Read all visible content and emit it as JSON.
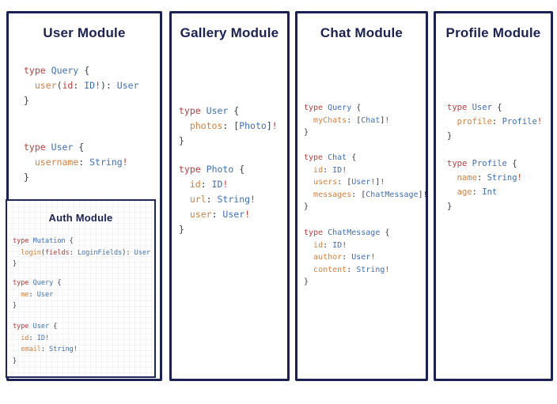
{
  "palette": {
    "card_border_navy": "#1b2153",
    "title_navy": "#1b2153",
    "keyword_red": "#b5403f",
    "type_blue": "#3e6fb8",
    "field_orange": "#d4813c",
    "punctuation_dark": "#353b46",
    "bang_red": "#c23a30",
    "background": "#ffffff"
  },
  "modules": [
    {
      "id": "user",
      "title": "User Module",
      "blocks": [
        [
          [
            [
              "k",
              "type"
            ],
            [
              "p",
              " "
            ],
            [
              "t",
              "Query"
            ],
            [
              "p",
              " {"
            ]
          ],
          [
            [
              "p",
              "  "
            ],
            [
              "f",
              "user"
            ],
            [
              "p",
              "("
            ],
            [
              "k",
              "id"
            ],
            [
              "p",
              ": "
            ],
            [
              "t",
              "ID"
            ],
            [
              "b",
              "!"
            ],
            [
              "p",
              "): "
            ],
            [
              "t",
              "User"
            ]
          ],
          [
            [
              "p",
              "}"
            ]
          ]
        ],
        [
          [
            [
              "k",
              "type"
            ],
            [
              "p",
              " "
            ],
            [
              "t",
              "User"
            ],
            [
              "p",
              " {"
            ]
          ],
          [
            [
              "p",
              "  "
            ],
            [
              "f",
              "username"
            ],
            [
              "p",
              ": "
            ],
            [
              "t",
              "String"
            ],
            [
              "b",
              "!"
            ]
          ],
          [
            [
              "p",
              "}"
            ]
          ]
        ]
      ]
    },
    {
      "id": "gallery",
      "title": "Gallery Module",
      "blocks": [
        [
          [
            [
              "k",
              "type"
            ],
            [
              "p",
              " "
            ],
            [
              "t",
              "User"
            ],
            [
              "p",
              " {"
            ]
          ],
          [
            [
              "p",
              "  "
            ],
            [
              "f",
              "photos"
            ],
            [
              "p",
              ": ["
            ],
            [
              "t",
              "Photo"
            ],
            [
              "p",
              "]"
            ],
            [
              "b",
              "!"
            ]
          ],
          [
            [
              "p",
              "}"
            ]
          ]
        ],
        [
          [
            [
              "k",
              "type"
            ],
            [
              "p",
              " "
            ],
            [
              "t",
              "Photo"
            ],
            [
              "p",
              " {"
            ]
          ],
          [
            [
              "p",
              "  "
            ],
            [
              "f",
              "id"
            ],
            [
              "p",
              ": "
            ],
            [
              "t",
              "ID"
            ],
            [
              "b",
              "!"
            ]
          ],
          [
            [
              "p",
              "  "
            ],
            [
              "f",
              "url"
            ],
            [
              "p",
              ": "
            ],
            [
              "t",
              "String"
            ],
            [
              "b",
              "!"
            ]
          ],
          [
            [
              "p",
              "  "
            ],
            [
              "f",
              "user"
            ],
            [
              "p",
              ": "
            ],
            [
              "t",
              "User"
            ],
            [
              "b",
              "!"
            ]
          ],
          [
            [
              "p",
              "}"
            ]
          ]
        ]
      ]
    },
    {
      "id": "chat",
      "title": "Chat Module",
      "blocks": [
        [
          [
            [
              "k",
              "type"
            ],
            [
              "p",
              " "
            ],
            [
              "t",
              "Query"
            ],
            [
              "p",
              " {"
            ]
          ],
          [
            [
              "p",
              "  "
            ],
            [
              "f",
              "myChats"
            ],
            [
              "p",
              ": ["
            ],
            [
              "t",
              "Chat"
            ],
            [
              "p",
              "]"
            ],
            [
              "b",
              "!"
            ]
          ],
          [
            [
              "p",
              "}"
            ]
          ]
        ],
        [
          [
            [
              "k",
              "type"
            ],
            [
              "p",
              " "
            ],
            [
              "t",
              "Chat"
            ],
            [
              "p",
              " {"
            ]
          ],
          [
            [
              "p",
              "  "
            ],
            [
              "f",
              "id"
            ],
            [
              "p",
              ": "
            ],
            [
              "t",
              "ID"
            ],
            [
              "b",
              "!"
            ]
          ],
          [
            [
              "p",
              "  "
            ],
            [
              "f",
              "users"
            ],
            [
              "p",
              ": ["
            ],
            [
              "t",
              "User"
            ],
            [
              "b",
              "!"
            ],
            [
              "p",
              "]"
            ],
            [
              "b",
              "!"
            ]
          ],
          [
            [
              "p",
              "  "
            ],
            [
              "f",
              "messages"
            ],
            [
              "p",
              ": ["
            ],
            [
              "t",
              "ChatMessage"
            ],
            [
              "p",
              "]"
            ],
            [
              "b",
              "!"
            ]
          ],
          [
            [
              "p",
              "}"
            ]
          ]
        ],
        [
          [
            [
              "k",
              "type"
            ],
            [
              "p",
              " "
            ],
            [
              "t",
              "ChatMessage"
            ],
            [
              "p",
              " {"
            ]
          ],
          [
            [
              "p",
              "  "
            ],
            [
              "f",
              "id"
            ],
            [
              "p",
              ": "
            ],
            [
              "t",
              "ID"
            ],
            [
              "b",
              "!"
            ]
          ],
          [
            [
              "p",
              "  "
            ],
            [
              "f",
              "author"
            ],
            [
              "p",
              ": "
            ],
            [
              "t",
              "User"
            ],
            [
              "b",
              "!"
            ]
          ],
          [
            [
              "p",
              "  "
            ],
            [
              "f",
              "content"
            ],
            [
              "p",
              ": "
            ],
            [
              "t",
              "String"
            ],
            [
              "b",
              "!"
            ]
          ],
          [
            [
              "p",
              "}"
            ]
          ]
        ]
      ]
    },
    {
      "id": "profile",
      "title": "Profile Module",
      "blocks": [
        [
          [
            [
              "k",
              "type"
            ],
            [
              "p",
              " "
            ],
            [
              "t",
              "User"
            ],
            [
              "p",
              " {"
            ]
          ],
          [
            [
              "p",
              "  "
            ],
            [
              "f",
              "profile"
            ],
            [
              "p",
              ": "
            ],
            [
              "t",
              "Profile"
            ],
            [
              "b",
              "!"
            ]
          ],
          [
            [
              "p",
              "}"
            ]
          ]
        ],
        [
          [
            [
              "k",
              "type"
            ],
            [
              "p",
              " "
            ],
            [
              "t",
              "Profile"
            ],
            [
              "p",
              " {"
            ]
          ],
          [
            [
              "p",
              "  "
            ],
            [
              "f",
              "name"
            ],
            [
              "p",
              ": "
            ],
            [
              "t",
              "String"
            ],
            [
              "b",
              "!"
            ]
          ],
          [
            [
              "p",
              "  "
            ],
            [
              "f",
              "age"
            ],
            [
              "p",
              ": "
            ],
            [
              "t",
              "Int"
            ]
          ],
          [
            [
              "p",
              "}"
            ]
          ]
        ]
      ]
    }
  ],
  "auth": {
    "title": "Auth Module",
    "blocks": [
      [
        [
          [
            "k",
            "type"
          ],
          [
            "p",
            " "
          ],
          [
            "t",
            "Mutation"
          ],
          [
            "p",
            " {"
          ]
        ],
        [
          [
            "p",
            "  "
          ],
          [
            "f",
            "login"
          ],
          [
            "p",
            "("
          ],
          [
            "k",
            "fields"
          ],
          [
            "p",
            ": "
          ],
          [
            "t",
            "LoginFields"
          ],
          [
            "p",
            "): "
          ],
          [
            "t",
            "User"
          ]
        ],
        [
          [
            "p",
            "}"
          ]
        ]
      ],
      [
        [
          [
            "k",
            "type"
          ],
          [
            "p",
            " "
          ],
          [
            "t",
            "Query"
          ],
          [
            "p",
            " {"
          ]
        ],
        [
          [
            "p",
            "  "
          ],
          [
            "f",
            "me"
          ],
          [
            "p",
            ": "
          ],
          [
            "t",
            "User"
          ]
        ],
        [
          [
            "p",
            "}"
          ]
        ]
      ],
      [
        [
          [
            "k",
            "type"
          ],
          [
            "p",
            " "
          ],
          [
            "t",
            "User"
          ],
          [
            "p",
            " {"
          ]
        ],
        [
          [
            "p",
            "  "
          ],
          [
            "f",
            "id"
          ],
          [
            "p",
            ": "
          ],
          [
            "t",
            "ID"
          ],
          [
            "b",
            "!"
          ]
        ],
        [
          [
            "p",
            "  "
          ],
          [
            "f",
            "email"
          ],
          [
            "p",
            ": "
          ],
          [
            "t",
            "String"
          ],
          [
            "b",
            "!"
          ]
        ],
        [
          [
            "p",
            "}"
          ]
        ]
      ]
    ]
  }
}
